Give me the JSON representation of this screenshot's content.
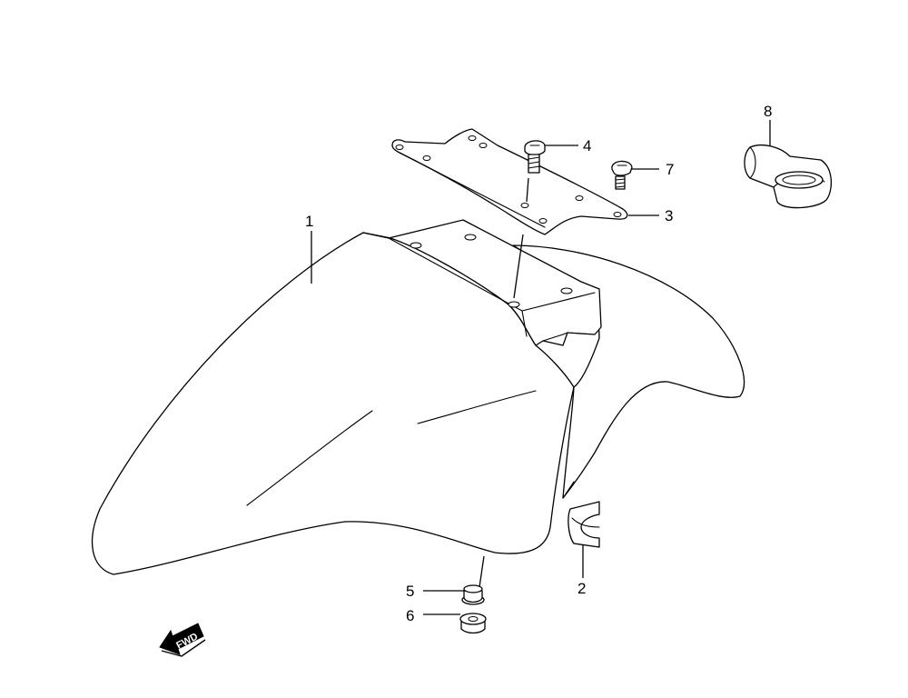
{
  "callouts": [
    {
      "id": "1",
      "label": "1"
    },
    {
      "id": "2",
      "label": "2"
    },
    {
      "id": "3",
      "label": "3"
    },
    {
      "id": "4",
      "label": "4"
    },
    {
      "id": "5",
      "label": "5"
    },
    {
      "id": "6",
      "label": "6"
    },
    {
      "id": "7",
      "label": "7"
    },
    {
      "id": "8",
      "label": "8"
    }
  ],
  "direction_arrow": {
    "label": "FWD",
    "icon": "forward-arrow-icon"
  },
  "colors": {
    "line": "#000000",
    "background": "#ffffff"
  }
}
